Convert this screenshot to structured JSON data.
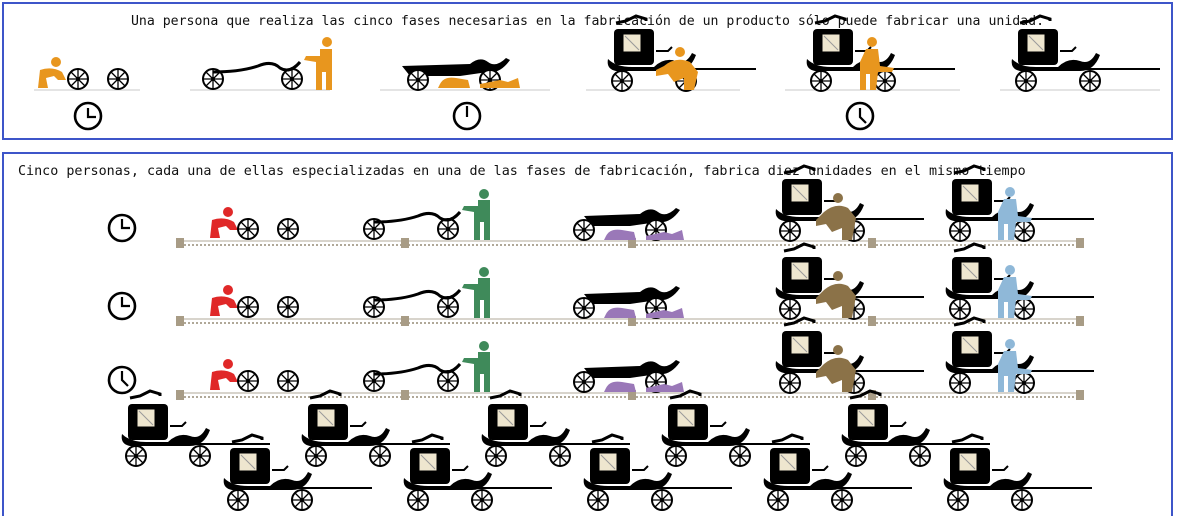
{
  "top_caption": "Una persona que realiza las cinco fases necesarias en la fabricación de un producto sólo puede fabricar una unidad.",
  "bottom_caption": "Cinco personas, cada una de ellas especializadas en una de las fases de fabricación, fabrica diez unidades en el mismo tiempo",
  "colors": {
    "border": "#3d55c9",
    "single_worker": "#e8961e",
    "worker_stage1": "#e02828",
    "worker_stage2": "#3f8a5a",
    "worker_stage3": "#9a78b8",
    "worker_stage4": "#8b7248",
    "worker_stage5": "#8fb8d8",
    "vehicle": "#000000",
    "belt": "#b0a898"
  },
  "stages": [
    "wheels",
    "chassis",
    "body",
    "cabin",
    "finishing"
  ],
  "clock_icons": [
    "clock-icon-3oclock",
    "clock-icon-12oclock",
    "clock-icon-6oclock"
  ],
  "assembly_lines": 3,
  "finished_carriages": 10
}
